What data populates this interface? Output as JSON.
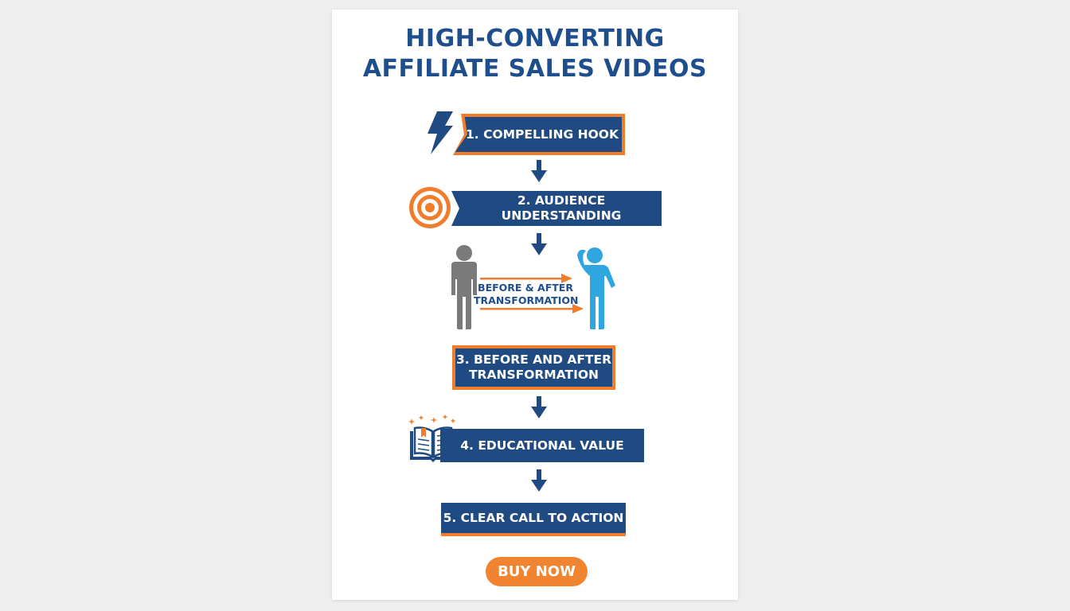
{
  "title": {
    "line1": "HIGH-CONVERTING",
    "line2": "AFFILIATE SALES VIDEOS"
  },
  "steps": [
    {
      "label": "1. COMPELLING HOOK",
      "icon": "lightning-icon"
    },
    {
      "label": "2. AUDIENCE UNDERSTANDING",
      "icon": "target-icon"
    },
    {
      "label": "3. BEFORE AND AFTER TRANSFORMATION",
      "icon": ""
    },
    {
      "label": "4. EDUCATIONAL VALUE",
      "icon": "open-book-icon"
    },
    {
      "label": "5. CLEAR CALL TO ACTION",
      "icon": ""
    }
  ],
  "transformation": {
    "label": "BEFORE & AFTER TRANSFORMATION",
    "before_icon": "person-gray-icon",
    "after_icon": "person-blue-icon"
  },
  "cta": {
    "label": "BUY NOW"
  },
  "colors": {
    "navy": "#1f4a82",
    "orange": "#ef7d2b",
    "title_blue": "#1f4e8c",
    "person_gray": "#7a7a7a",
    "person_blue": "#2fa6e0"
  }
}
